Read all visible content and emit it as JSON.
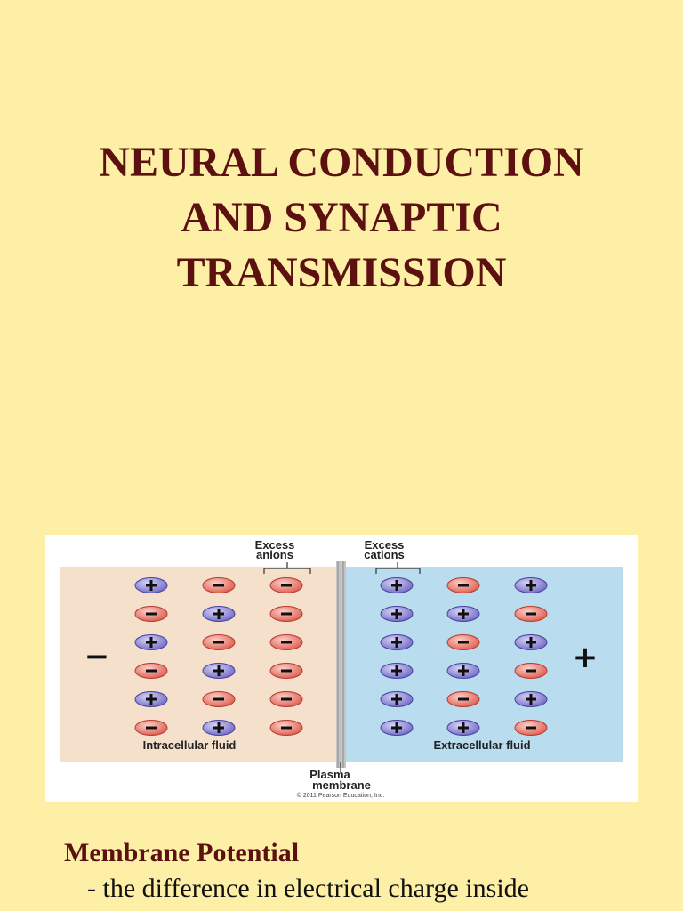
{
  "title": {
    "lines": [
      "NEURAL CONDUCTION",
      "AND SYNAPTIC",
      "TRANSMISSION"
    ]
  },
  "figure": {
    "label_excess_anions_1": "Excess",
    "label_excess_anions_2": "anions",
    "label_excess_cations_1": "Excess",
    "label_excess_cations_2": "cations",
    "label_intracellular": "Intracellular fluid",
    "label_extracellular": "Extracellular fluid",
    "label_membrane_1": "Plasma",
    "label_membrane_2": "membrane",
    "copyright": "© 2011 Pearson Education, Inc.",
    "left_sign": "−",
    "right_sign": "+",
    "colors": {
      "intracellular": "#f4e0cb",
      "extracellular": "#b9dcee",
      "cation": "#8d86d6",
      "anion": "#ec7a6e"
    },
    "left_grid": [
      [
        "+",
        "-",
        "-"
      ],
      [
        "-",
        "+",
        "-"
      ],
      [
        "+",
        "-",
        "-"
      ],
      [
        "-",
        "+",
        "-"
      ],
      [
        "+",
        "-",
        "-"
      ],
      [
        "-",
        "+",
        "-"
      ]
    ],
    "right_grid": [
      [
        "+",
        "-",
        "+"
      ],
      [
        "+",
        "+",
        "-"
      ],
      [
        "+",
        "-",
        "+"
      ],
      [
        "+",
        "+",
        "-"
      ],
      [
        "+",
        "-",
        "+"
      ],
      [
        "+",
        "+",
        "-"
      ]
    ]
  },
  "section": {
    "heading": "Membrane Potential",
    "text": "- the difference in electrical charge inside"
  }
}
